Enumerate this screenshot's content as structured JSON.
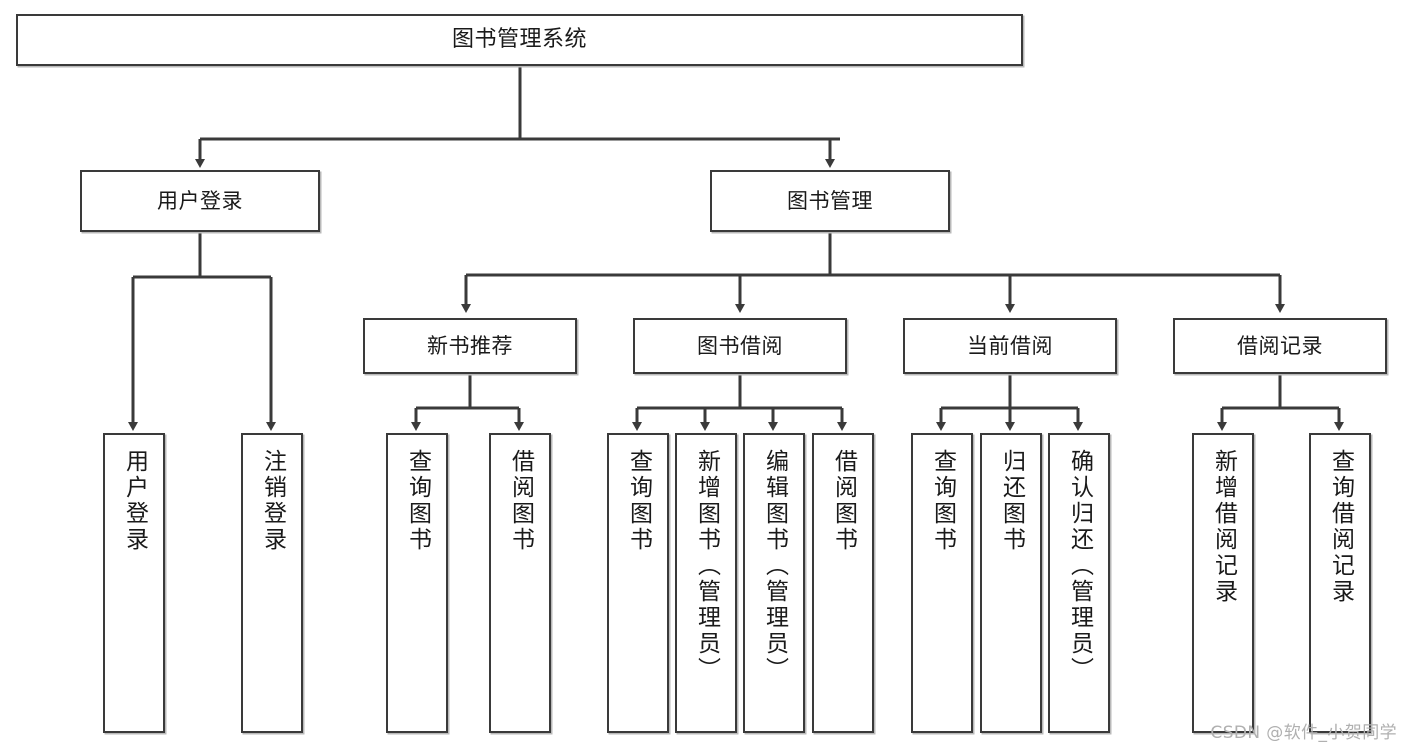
{
  "diagram": {
    "type": "tree",
    "title": "图书管理系统",
    "watermark": "CSDN @软件_小贺同学",
    "colors": {
      "background": "#ffffff",
      "box_border": "#3a3a3a",
      "box_fill": "#ffffff",
      "edge": "#3a3a3a",
      "text": "#1a1a1a",
      "watermark": "#b0b0b0"
    },
    "nodes": {
      "root": {
        "label": "图书管理系统",
        "orientation": "horizontal"
      },
      "l1": [
        {
          "id": "user_login",
          "label": "用户登录",
          "orientation": "horizontal"
        },
        {
          "id": "book_manage",
          "label": "图书管理",
          "orientation": "horizontal"
        }
      ],
      "l2": [
        {
          "id": "new_book_rec",
          "label": "新书推荐",
          "orientation": "horizontal"
        },
        {
          "id": "book_borrow",
          "label": "图书借阅",
          "orientation": "horizontal"
        },
        {
          "id": "current_borrow",
          "label": "当前借阅",
          "orientation": "horizontal"
        },
        {
          "id": "borrow_record",
          "label": "借阅记录",
          "orientation": "horizontal"
        }
      ],
      "leaves": [
        {
          "id": "leaf_user_login",
          "label": "用户登录",
          "parent": "user_login",
          "orientation": "vertical"
        },
        {
          "id": "leaf_user_logout",
          "label": "注销登录",
          "parent": "user_login",
          "orientation": "vertical"
        },
        {
          "id": "leaf_query_book_1",
          "label": "查询图书",
          "parent": "new_book_rec",
          "orientation": "vertical"
        },
        {
          "id": "leaf_borrow_book_1",
          "label": "借阅图书",
          "parent": "new_book_rec",
          "orientation": "vertical"
        },
        {
          "id": "leaf_query_book_2",
          "label": "查询图书",
          "parent": "book_borrow",
          "orientation": "vertical"
        },
        {
          "id": "leaf_add_book",
          "label": "新增图书（管理员）",
          "parent": "book_borrow",
          "orientation": "vertical"
        },
        {
          "id": "leaf_edit_book",
          "label": "编辑图书（管理员）",
          "parent": "book_borrow",
          "orientation": "vertical"
        },
        {
          "id": "leaf_borrow_book_2",
          "label": "借阅图书",
          "parent": "book_borrow",
          "orientation": "vertical"
        },
        {
          "id": "leaf_query_book_3",
          "label": "查询图书",
          "parent": "current_borrow",
          "orientation": "vertical"
        },
        {
          "id": "leaf_return_book",
          "label": "归还图书",
          "parent": "current_borrow",
          "orientation": "vertical"
        },
        {
          "id": "leaf_confirm_return",
          "label": "确认归还（管理员）",
          "parent": "current_borrow",
          "orientation": "vertical"
        },
        {
          "id": "leaf_add_record",
          "label": "新增借阅记录",
          "parent": "borrow_record",
          "orientation": "vertical"
        },
        {
          "id": "leaf_query_record",
          "label": "查询借阅记录",
          "parent": "borrow_record",
          "orientation": "vertical"
        }
      ]
    }
  }
}
